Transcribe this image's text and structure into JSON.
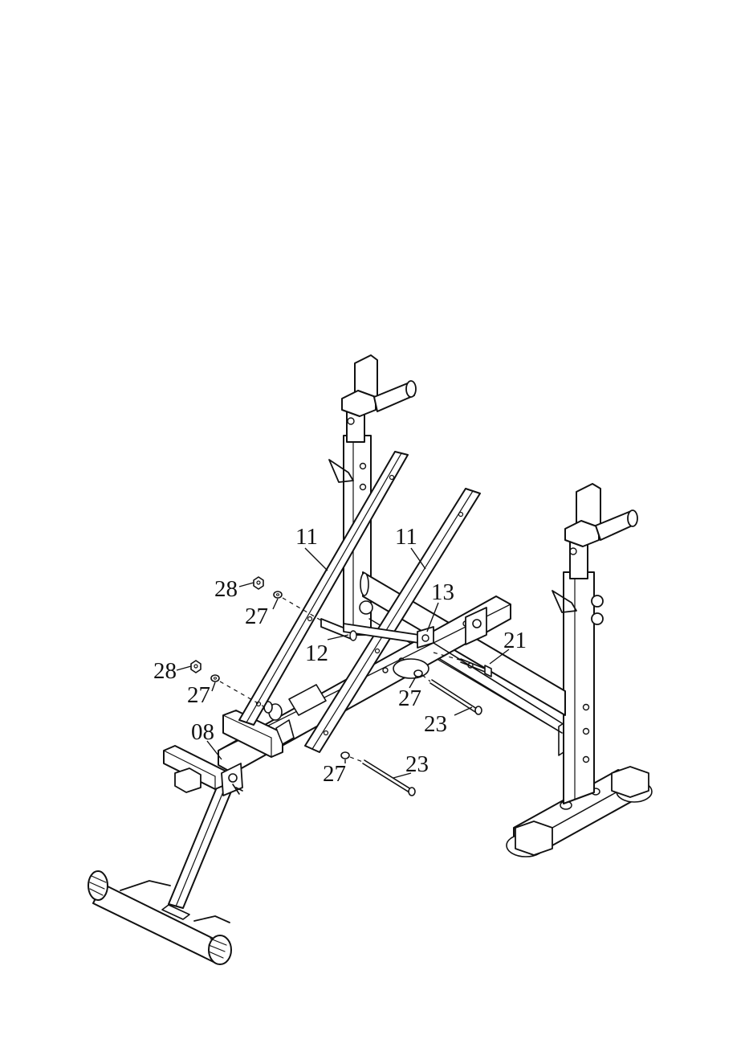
{
  "diagram": {
    "labels": [
      {
        "id": "11-left",
        "text": "11"
      },
      {
        "id": "11-right",
        "text": "11"
      },
      {
        "id": "13",
        "text": "13"
      },
      {
        "id": "28-upper",
        "text": "28"
      },
      {
        "id": "27-upper",
        "text": "27"
      },
      {
        "id": "12",
        "text": "12"
      },
      {
        "id": "21",
        "text": "21"
      },
      {
        "id": "28-lower",
        "text": "28"
      },
      {
        "id": "27-lower",
        "text": "27"
      },
      {
        "id": "27-center",
        "text": "27"
      },
      {
        "id": "23-upper",
        "text": "23"
      },
      {
        "id": "08",
        "text": "08"
      },
      {
        "id": "27-bottom",
        "text": "27"
      },
      {
        "id": "23-lower",
        "text": "23"
      }
    ]
  },
  "colors": {
    "line": "#111111",
    "background": "#ffffff"
  }
}
